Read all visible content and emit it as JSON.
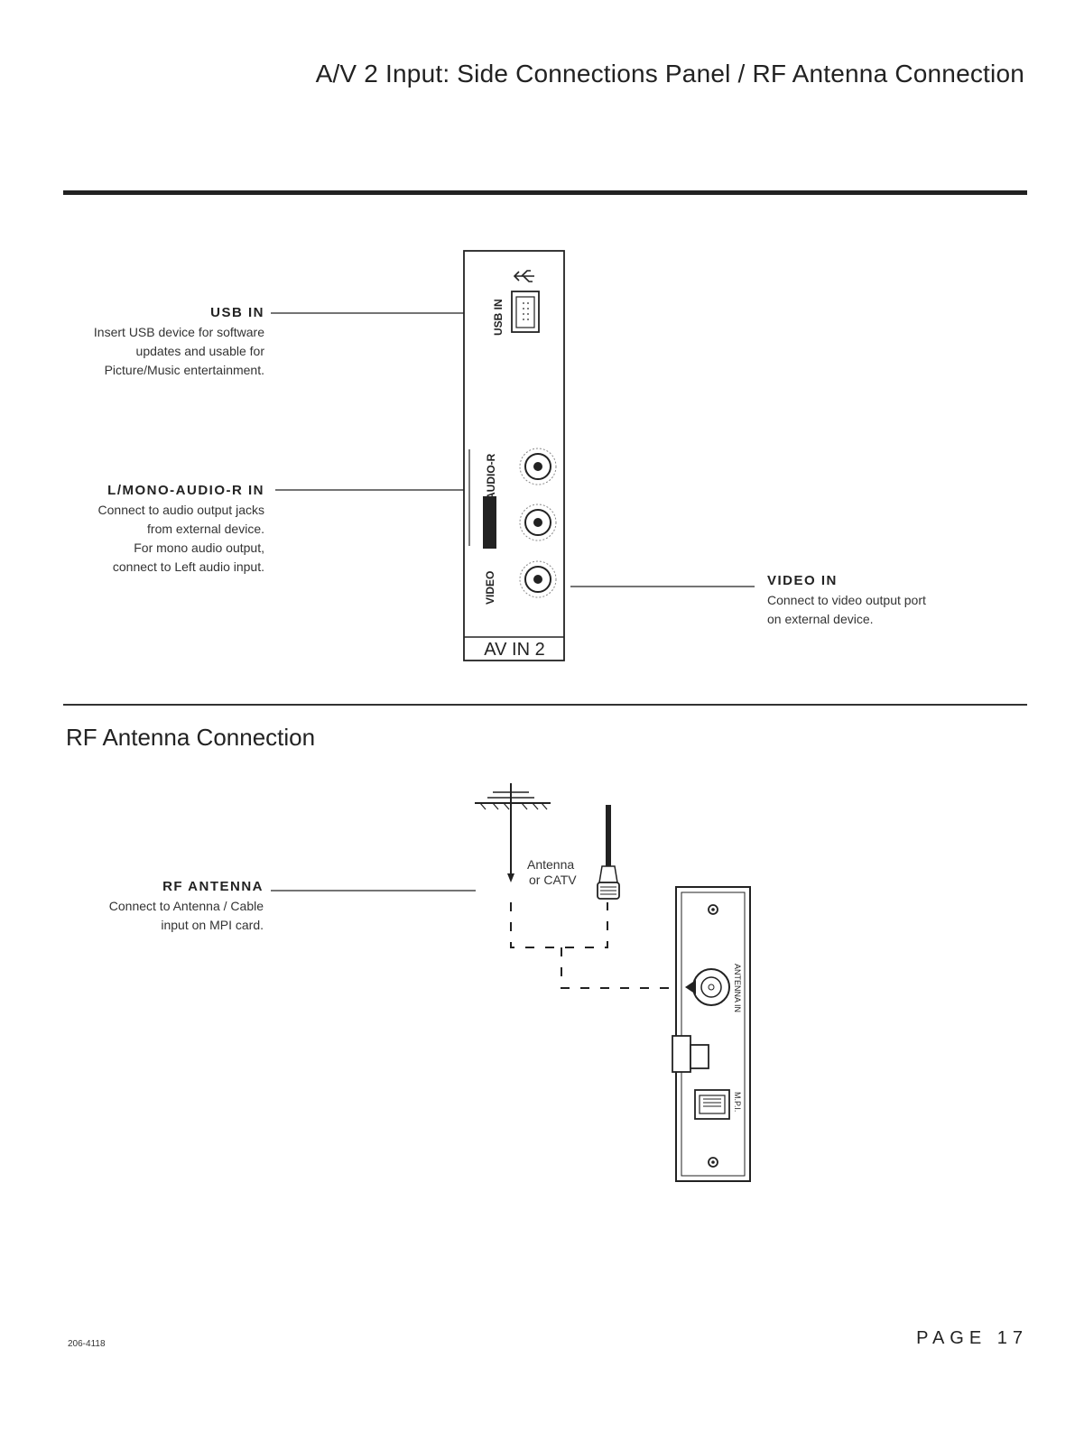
{
  "header": {
    "title": "A/V 2 Input: Side Connections Panel  / RF Antenna Connection"
  },
  "panel": {
    "usb_vertical_label": "USB IN",
    "audio_vertical_label": "L/MONO-AUDIO-R",
    "video_vertical_label": "VIDEO",
    "bottom_label": "AV IN 2"
  },
  "callouts": {
    "usb": {
      "label": "USB IN",
      "lines": [
        "Insert USB device for software",
        "updates and usable for",
        "Picture/Music entertainment."
      ]
    },
    "audio": {
      "label": "L/MONO-AUDIO-R IN",
      "lines": [
        "Connect to audio output jacks",
        "from external device.",
        "For mono audio output,",
        "connect to Left audio input."
      ]
    },
    "video": {
      "label": "VIDEO IN",
      "lines": [
        "Connect to video output port",
        "on external device."
      ]
    },
    "rf": {
      "label": "RF ANTENNA",
      "lines": [
        "Connect to Antenna / Cable",
        "input on MPI card."
      ]
    }
  },
  "section2": {
    "title": "RF Antenna Connection"
  },
  "antenna": {
    "caption_line1": "Antenna",
    "caption_line2": "or CATV"
  },
  "mpi_card": {
    "antenna_label": "ANTENNA IN",
    "mpi_label": "M.P.I."
  },
  "footer": {
    "doc_code": "206-4118",
    "page": "PAGE 17"
  }
}
